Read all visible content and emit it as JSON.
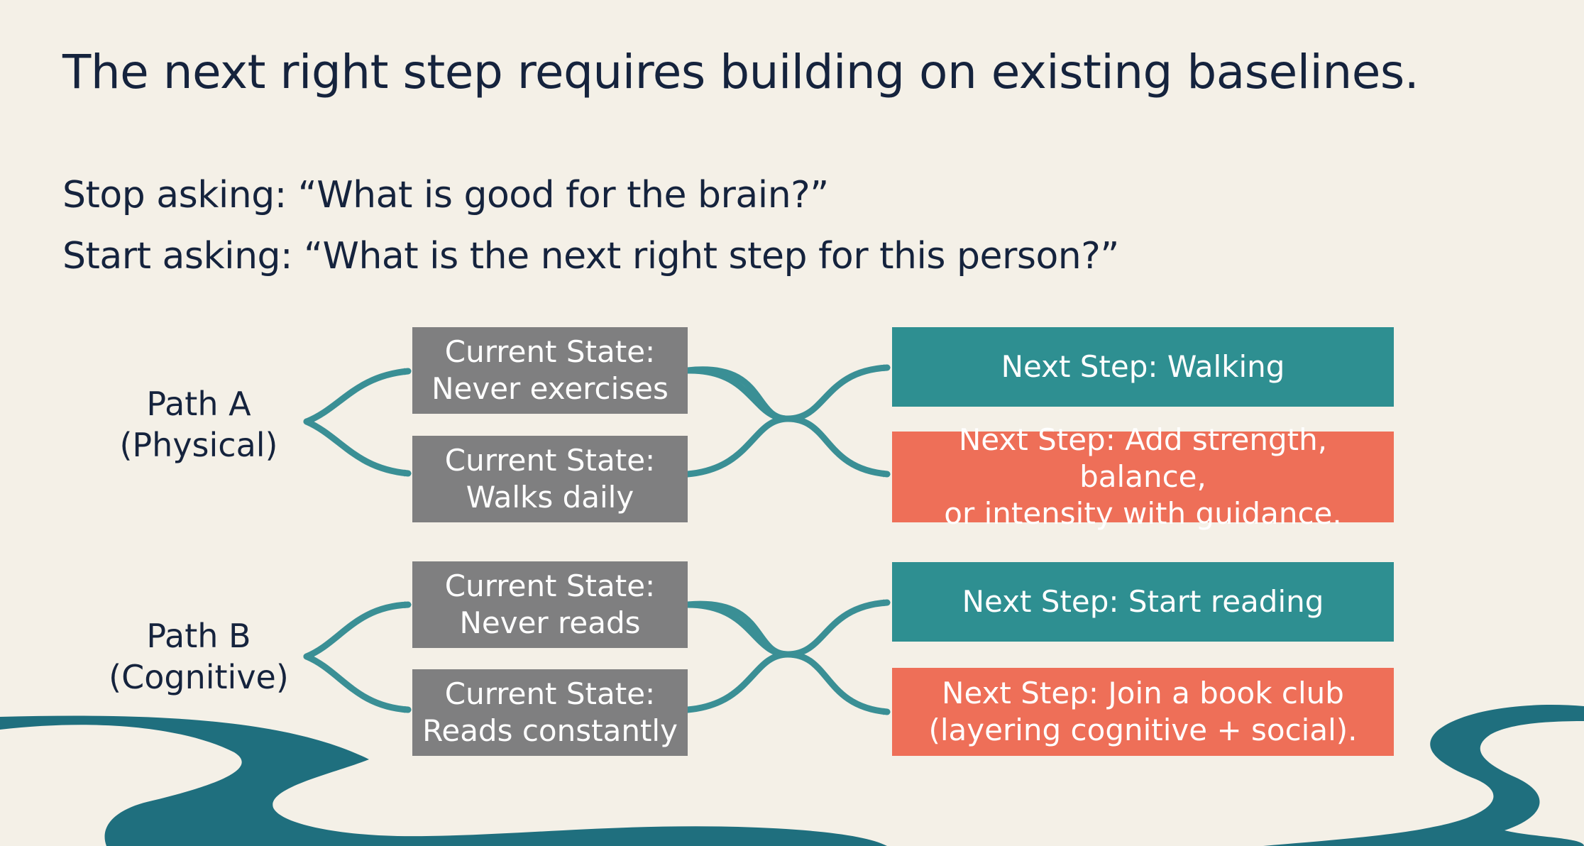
{
  "title": "The next right step requires building on existing baselines.",
  "questions": {
    "stop": "Stop asking: “What is good for the brain?”",
    "start": "Start asking: “What is the next right step for this person?”"
  },
  "paths": [
    {
      "label_line1": "Path A",
      "label_line2": "(Physical)",
      "states": [
        {
          "line1": "Current State:",
          "line2": "Never exercises"
        },
        {
          "line1": "Current State:",
          "line2": "Walks daily"
        }
      ],
      "next_steps": [
        {
          "line1": "Next Step: Walking",
          "line2": "",
          "color": "#2e8f91"
        },
        {
          "line1": "Next Step: Add strength, balance,",
          "line2": "or intensity with guidance.",
          "color": "#ee6f58"
        }
      ]
    },
    {
      "label_line1": "Path B",
      "label_line2": "(Cognitive)",
      "states": [
        {
          "line1": "Current State:",
          "line2": "Never reads"
        },
        {
          "line1": "Current State:",
          "line2": "Reads constantly"
        }
      ],
      "next_steps": [
        {
          "line1": "Next Step: Start reading",
          "line2": "",
          "color": "#2e8f91"
        },
        {
          "line1": "Next Step: Join a book club",
          "line2": "(layering cognitive + social).",
          "color": "#ee6f58"
        }
      ]
    }
  ],
  "colors": {
    "background": "#f4f0e7",
    "text": "#15233d",
    "state_box": "#7f7f80",
    "teal": "#2e8f91",
    "coral": "#ee6f58",
    "river": "#1f6f7e",
    "arrow": "#3a8f95"
  }
}
